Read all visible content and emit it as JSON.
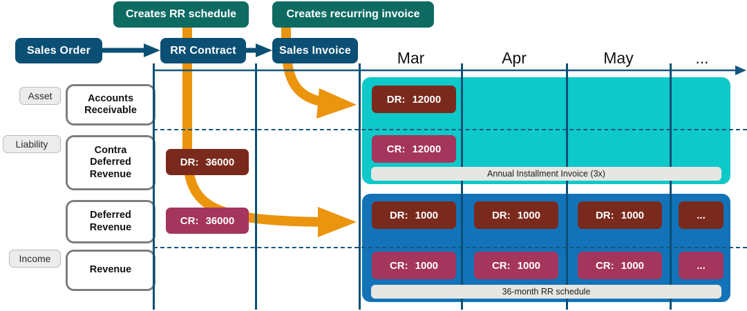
{
  "flow": {
    "boxes": [
      {
        "name": "sales-order",
        "label": "Sales Order"
      },
      {
        "name": "rr-contract",
        "label": "RR Contract"
      },
      {
        "name": "sales-invoice",
        "label": "Sales Invoice"
      }
    ],
    "callouts": [
      {
        "name": "creates-rr-schedule",
        "label": "Creates RR schedule"
      },
      {
        "name": "creates-recurring-invoice",
        "label": "Creates recurring invoice"
      }
    ]
  },
  "categories": [
    {
      "name": "asset",
      "label": "Asset"
    },
    {
      "name": "liability",
      "label": "Liability"
    },
    {
      "name": "income",
      "label": "Income"
    }
  ],
  "accounts": [
    {
      "name": "accounts-receivable",
      "label": "Accounts\nReceivable"
    },
    {
      "name": "contra-deferred-revenue",
      "label": "Contra\nDeferred\nRevenue"
    },
    {
      "name": "deferred-revenue",
      "label": "Deferred\nRevenue"
    },
    {
      "name": "revenue",
      "label": "Revenue"
    }
  ],
  "contract_entries": [
    {
      "name": "contract-debit",
      "type": "DR",
      "prefix": "DR:",
      "amount": "36000"
    },
    {
      "name": "contract-credit",
      "type": "CR",
      "prefix": "CR:",
      "amount": "36000"
    }
  ],
  "timeline": {
    "months": [
      "Mar",
      "Apr",
      "May",
      "..."
    ]
  },
  "invoice_panel": {
    "name": "annual-installment-invoice-panel",
    "footer": "Annual Installment Invoice (3x)",
    "entries": [
      {
        "name": "invoice-debit-mar",
        "prefix": "DR:",
        "amount": "12000"
      },
      {
        "name": "invoice-credit-mar",
        "prefix": "CR:",
        "amount": "12000"
      }
    ]
  },
  "schedule_panel": {
    "name": "rr-schedule-panel",
    "footer": "36-month RR schedule",
    "debits": [
      {
        "name": "schedule-debit-mar",
        "prefix": "DR:",
        "amount": "1000"
      },
      {
        "name": "schedule-debit-apr",
        "prefix": "DR:",
        "amount": "1000"
      },
      {
        "name": "schedule-debit-may",
        "prefix": "DR:",
        "amount": "1000"
      },
      {
        "name": "schedule-debit-more",
        "prefix": "...",
        "amount": ""
      }
    ],
    "credits": [
      {
        "name": "schedule-credit-mar",
        "prefix": "CR:",
        "amount": "1000"
      },
      {
        "name": "schedule-credit-apr",
        "prefix": "CR:",
        "amount": "1000"
      },
      {
        "name": "schedule-credit-may",
        "prefix": "CR:",
        "amount": "1000"
      },
      {
        "name": "schedule-credit-more",
        "prefix": "...",
        "amount": ""
      }
    ]
  },
  "colors": {
    "navy": "#0b4f74",
    "green": "#0e6b62",
    "orange": "#eb940d",
    "teal": "#0ec9c9",
    "blue": "#1273b8",
    "debit": "#7a2a1d",
    "credit": "#a4355c"
  }
}
